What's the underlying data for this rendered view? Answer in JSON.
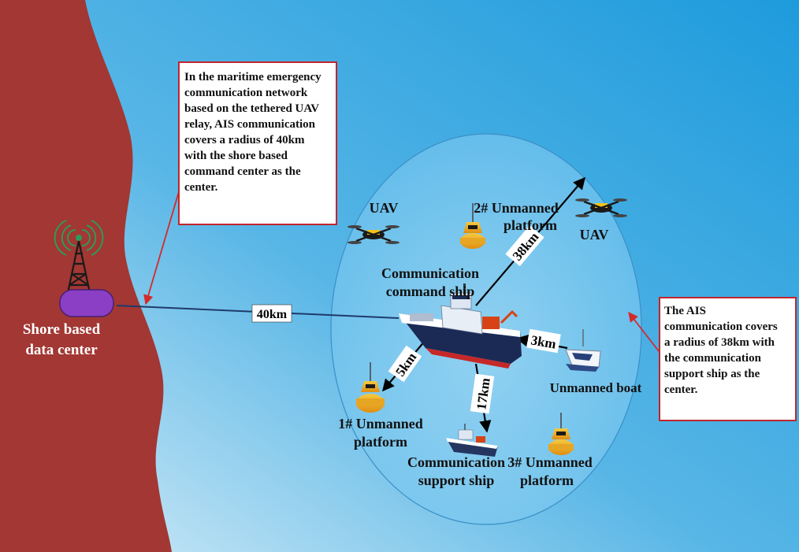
{
  "colors": {
    "shore": "#a23733",
    "sea_light": "#d9eef8",
    "sea_mid": "#58b6e6",
    "sea_deep": "#1e9bdc",
    "circle_fill": "#8fd0f2",
    "note_border": "#c0262d",
    "arrow_red": "#d42a2a"
  },
  "shore_center": {
    "label_lines": [
      "Shore based",
      "data center"
    ],
    "icon": "radio-tower-icon"
  },
  "notes": {
    "left_lines": [
      "In the maritime emergency",
      "communication network",
      "based on the tethered UAV",
      "relay, AIS communication",
      "covers a radius of 40km",
      "with the shore based",
      "command center as the",
      "center."
    ],
    "right_lines": [
      "The AIS",
      "communication covers",
      "a radius of 38km with",
      "the communication",
      "support ship as the",
      "center."
    ]
  },
  "nodes": {
    "uav_left": {
      "label": "UAV",
      "icon": "drone-icon"
    },
    "uav_right": {
      "label": "UAV",
      "icon": "drone-icon"
    },
    "platform_2": {
      "label_lines": [
        "2# Unmanned",
        "platform"
      ],
      "icon": "buoy-icon"
    },
    "platform_1": {
      "label_lines": [
        "1# Unmanned",
        "platform"
      ],
      "icon": "buoy-icon"
    },
    "platform_3": {
      "label_lines": [
        "3# Unmanned",
        "platform"
      ],
      "icon": "buoy-icon"
    },
    "command_ship": {
      "label_lines": [
        "Communication",
        "command ship"
      ],
      "icon": "command-ship-icon"
    },
    "support_ship": {
      "label_lines": [
        "Communication",
        "support ship"
      ],
      "icon": "support-ship-icon"
    },
    "unmanned_boat": {
      "label": "Unmanned boat",
      "icon": "unmanned-boat-icon"
    }
  },
  "links": {
    "shore_to_ship": "40km",
    "ship_radius": "38km",
    "ship_to_boat": "3km",
    "ship_to_platform_1": "5km",
    "ship_to_support_ship": "17km"
  }
}
